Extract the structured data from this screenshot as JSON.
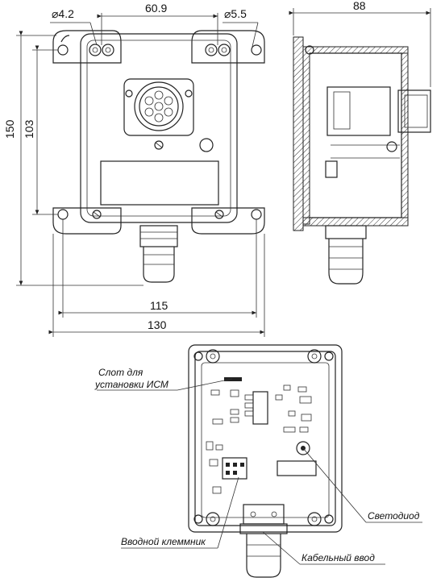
{
  "dimensions": {
    "hole_small": "⌀4.2",
    "top_spacing": "60.9",
    "hole_large": "⌀5.5",
    "depth": "88",
    "height_total": "150",
    "height_inner": "103",
    "width_inner": "115",
    "width_total": "130"
  },
  "callouts": {
    "slot_line1": "Слот для",
    "slot_line2": "установки ИСМ",
    "led": "Светодиод",
    "terminal": "Вводной клеммник",
    "cable": "Кабельный ввод"
  }
}
